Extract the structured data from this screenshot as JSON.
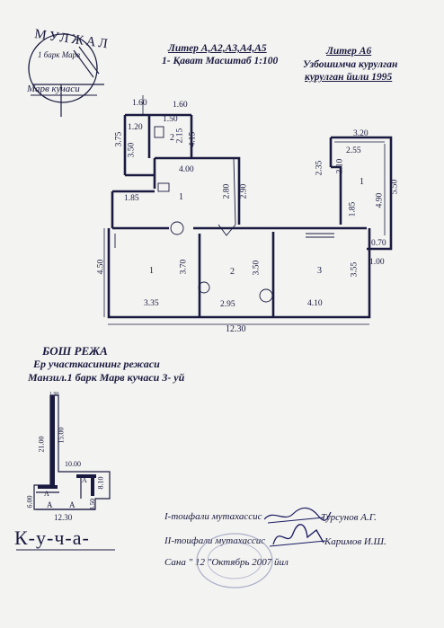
{
  "stamp": {
    "ring_text": "МУЛЖАЛ",
    "inner_text": "1 барк Марв",
    "street": "Марв кучаси"
  },
  "header": {
    "title_line1": "Литер А,А2,А3,А4,А5",
    "title_line2": "1- Қават Масштаб 1:100",
    "right_title": "Литер А6",
    "right_line2": "Узбошимча курулган",
    "right_line3": "курулган йили 1995"
  },
  "plan_main": {
    "dims": [
      "1.60",
      "1.60",
      "3.75",
      "1.20",
      "3.50",
      "1.50",
      "2.15",
      "4.15",
      "4.00",
      "1.85",
      "2.80",
      "2.90",
      "4.50",
      "3.70",
      "3.50",
      "3.55",
      "3.35",
      "2.95",
      "4.10",
      "12.30"
    ],
    "rooms": [
      "2",
      "1",
      "1",
      "2",
      "3"
    ]
  },
  "plan_a6": {
    "dims": [
      "3.20",
      "2.55",
      "2.35",
      "2.10",
      "1.85",
      "4.90",
      "5.50",
      "0.70",
      "1.00"
    ],
    "room": "1"
  },
  "site": {
    "title": "БОШ РЕЖА",
    "subtitle": "Ер участкасининг режаси",
    "address": "Манзил.1 барк Марв  кучаси 3- уй",
    "dims": [
      "1.90",
      "21.00",
      "15.00",
      "10.00",
      "6.00",
      "8.10",
      "12.30",
      "3.50"
    ],
    "labels": [
      "A",
      "A",
      "A",
      "A"
    ],
    "street": "К-у-ч-а-"
  },
  "signatures": {
    "specialist1": "I-тоифали мутахассис",
    "name1": "Турсунов А.Г.",
    "specialist2": "II-тоифали мутахассис",
    "name2": "Каримов И.Ш.",
    "date": "Сана  \" 12 \"Октябрь 2007 йил"
  }
}
